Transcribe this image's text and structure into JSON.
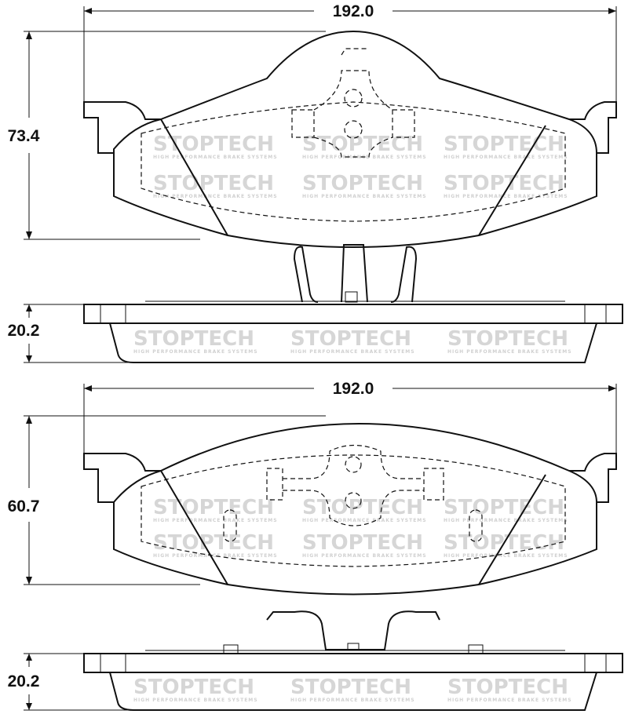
{
  "watermark": {
    "brand": "STOPTECH",
    "tagline": "HIGH PERFORMANCE BRAKE SYSTEMS",
    "color": "#d6d6d6"
  },
  "views": {
    "pad1": {
      "width_label": "192.0",
      "height_label": "73.4",
      "thickness_label": "20.2"
    },
    "pad2": {
      "width_label": "192.0",
      "height_label": "60.7",
      "thickness_label": "20.2"
    }
  }
}
